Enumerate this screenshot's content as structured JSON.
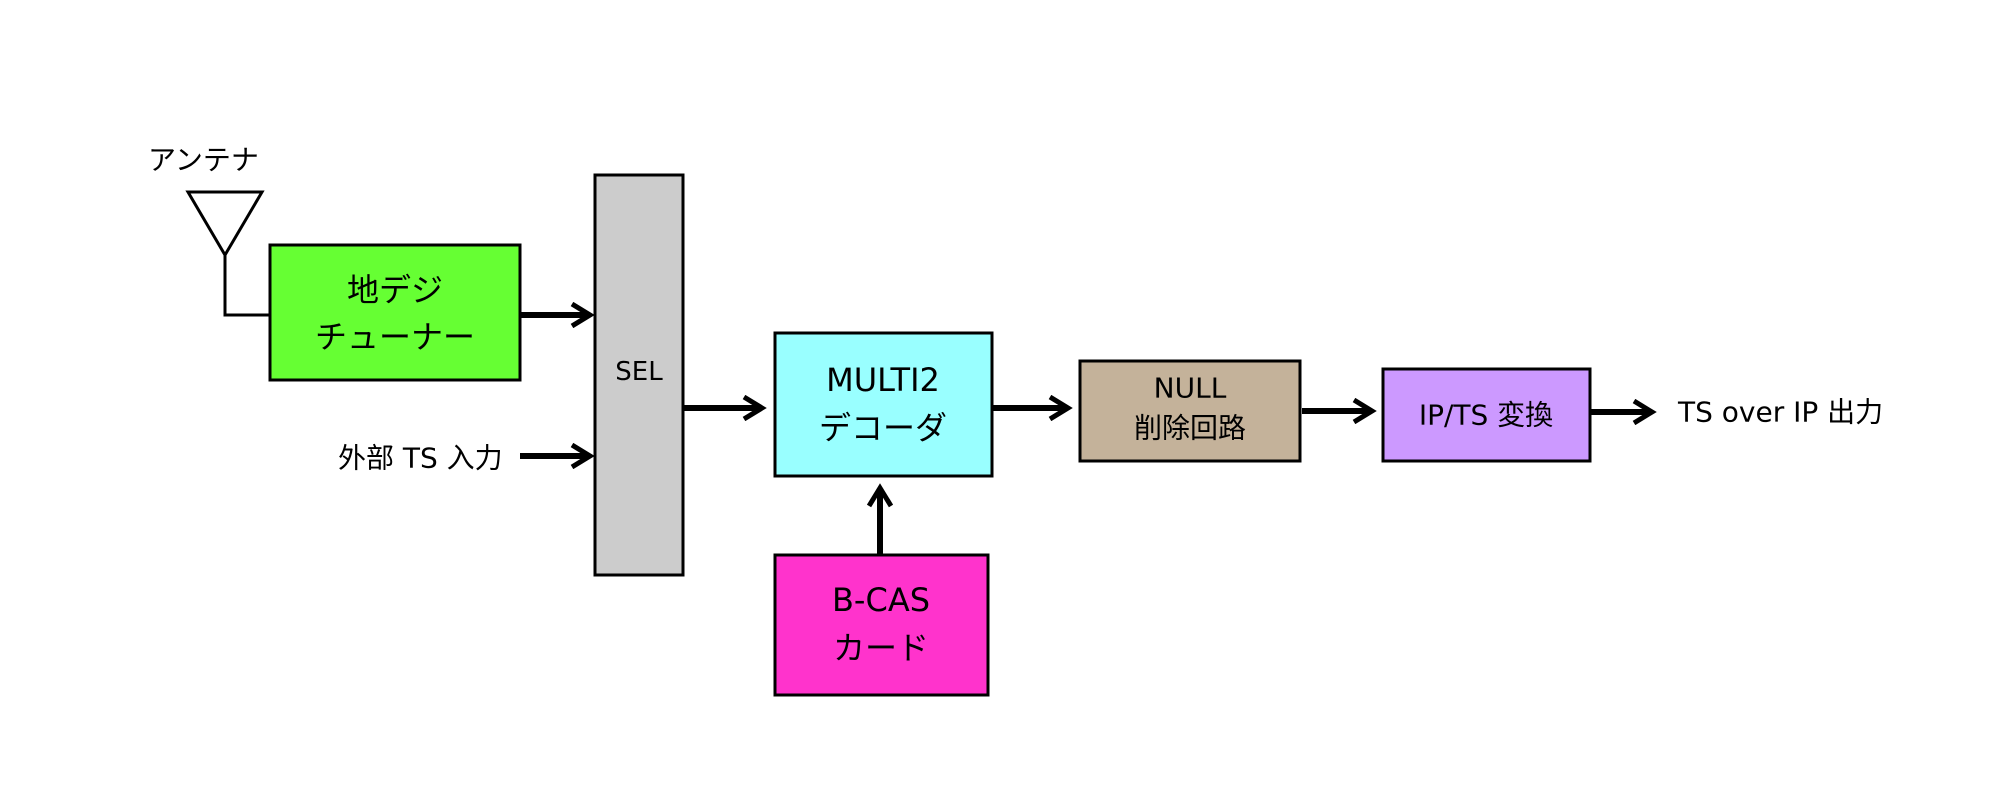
{
  "antenna": {
    "label": "アンテナ"
  },
  "blocks": {
    "tuner": {
      "line1": "地デジ",
      "line2": "チューナー",
      "color": "#66ff33"
    },
    "sel": {
      "label": "SEL",
      "color": "#cccccc"
    },
    "decoder": {
      "line1": "MULTI2",
      "line2": "デコーダ",
      "color": "#99ffff"
    },
    "bcas": {
      "line1": "B-CAS",
      "line2": "カード",
      "color": "#ff33cc"
    },
    "null": {
      "line1": "NULL",
      "line2": "削除回路",
      "color": "#c4b29a"
    },
    "ipts": {
      "label": "IP/TS 変換",
      "color": "#cc99ff"
    }
  },
  "labels": {
    "external_ts": "外部 TS 入力",
    "output": "TS over IP 出力"
  }
}
